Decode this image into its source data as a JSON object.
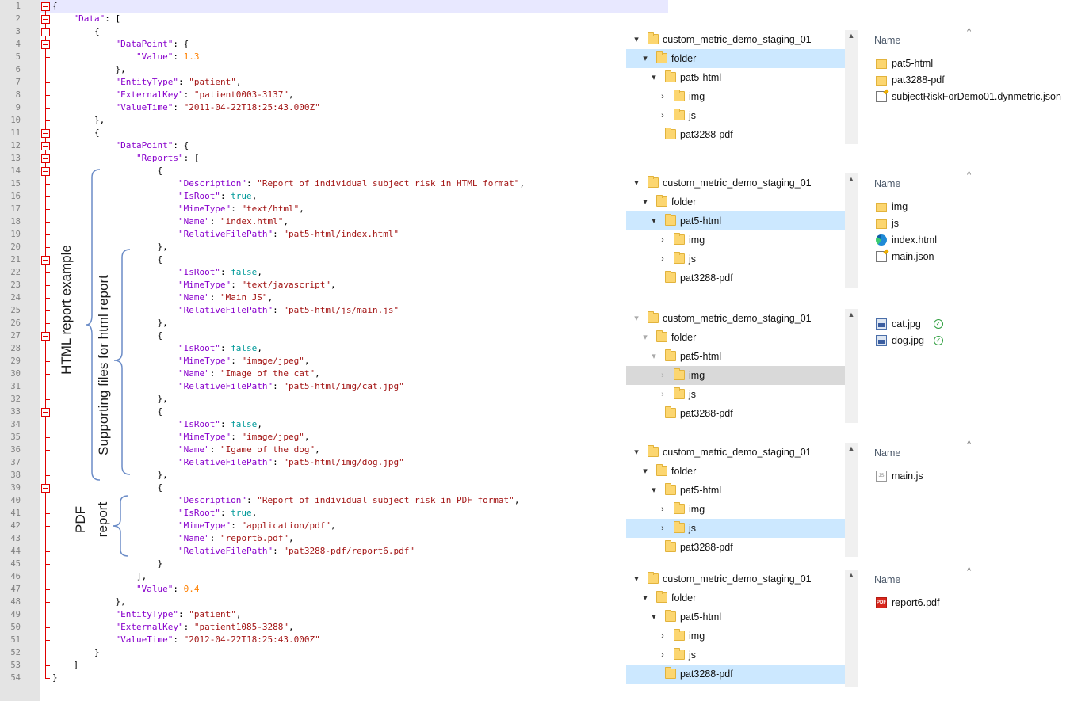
{
  "editor": {
    "lines": [
      [
        [
          "p",
          "{"
        ]
      ],
      [
        [
          "p",
          "    "
        ],
        [
          "k",
          "\"Data\""
        ],
        [
          "p",
          ": ["
        ]
      ],
      [
        [
          "p",
          "        {"
        ]
      ],
      [
        [
          "p",
          "            "
        ],
        [
          "k",
          "\"DataPoint\""
        ],
        [
          "p",
          ": {"
        ]
      ],
      [
        [
          "p",
          "                "
        ],
        [
          "k",
          "\"Value\""
        ],
        [
          "p",
          ": "
        ],
        [
          "n",
          "1.3"
        ]
      ],
      [
        [
          "p",
          "            },"
        ]
      ],
      [
        [
          "p",
          "            "
        ],
        [
          "k",
          "\"EntityType\""
        ],
        [
          "p",
          ": "
        ],
        [
          "s",
          "\"patient\""
        ],
        [
          "p",
          ","
        ]
      ],
      [
        [
          "p",
          "            "
        ],
        [
          "k",
          "\"ExternalKey\""
        ],
        [
          "p",
          ": "
        ],
        [
          "s",
          "\"patient0003-3137\""
        ],
        [
          "p",
          ","
        ]
      ],
      [
        [
          "p",
          "            "
        ],
        [
          "k",
          "\"ValueTime\""
        ],
        [
          "p",
          ": "
        ],
        [
          "s",
          "\"2011-04-22T18:25:43.000Z\""
        ]
      ],
      [
        [
          "p",
          "        },"
        ]
      ],
      [
        [
          "p",
          "        {"
        ]
      ],
      [
        [
          "p",
          "            "
        ],
        [
          "k",
          "\"DataPoint\""
        ],
        [
          "p",
          ": {"
        ]
      ],
      [
        [
          "p",
          "                "
        ],
        [
          "k",
          "\"Reports\""
        ],
        [
          "p",
          ": ["
        ]
      ],
      [
        [
          "p",
          "                    {"
        ]
      ],
      [
        [
          "p",
          "                        "
        ],
        [
          "k",
          "\"Description\""
        ],
        [
          "p",
          ": "
        ],
        [
          "s",
          "\"Report of individual subject risk in HTML format\""
        ],
        [
          "p",
          ","
        ]
      ],
      [
        [
          "p",
          "                        "
        ],
        [
          "k",
          "\"IsRoot\""
        ],
        [
          "p",
          ": "
        ],
        [
          "b",
          "true"
        ],
        [
          "p",
          ","
        ]
      ],
      [
        [
          "p",
          "                        "
        ],
        [
          "k",
          "\"MimeType\""
        ],
        [
          "p",
          ": "
        ],
        [
          "s",
          "\"text/html\""
        ],
        [
          "p",
          ","
        ]
      ],
      [
        [
          "p",
          "                        "
        ],
        [
          "k",
          "\"Name\""
        ],
        [
          "p",
          ": "
        ],
        [
          "s",
          "\"index.html\""
        ],
        [
          "p",
          ","
        ]
      ],
      [
        [
          "p",
          "                        "
        ],
        [
          "k",
          "\"RelativeFilePath\""
        ],
        [
          "p",
          ": "
        ],
        [
          "s",
          "\"pat5-html/index.html\""
        ]
      ],
      [
        [
          "p",
          "                    },"
        ]
      ],
      [
        [
          "p",
          "                    {"
        ]
      ],
      [
        [
          "p",
          "                        "
        ],
        [
          "k",
          "\"IsRoot\""
        ],
        [
          "p",
          ": "
        ],
        [
          "b",
          "false"
        ],
        [
          "p",
          ","
        ]
      ],
      [
        [
          "p",
          "                        "
        ],
        [
          "k",
          "\"MimeType\""
        ],
        [
          "p",
          ": "
        ],
        [
          "s",
          "\"text/javascript\""
        ],
        [
          "p",
          ","
        ]
      ],
      [
        [
          "p",
          "                        "
        ],
        [
          "k",
          "\"Name\""
        ],
        [
          "p",
          ": "
        ],
        [
          "s",
          "\"Main JS\""
        ],
        [
          "p",
          ","
        ]
      ],
      [
        [
          "p",
          "                        "
        ],
        [
          "k",
          "\"RelativeFilePath\""
        ],
        [
          "p",
          ": "
        ],
        [
          "s",
          "\"pat5-html/js/main.js\""
        ]
      ],
      [
        [
          "p",
          "                    },"
        ]
      ],
      [
        [
          "p",
          "                    {"
        ]
      ],
      [
        [
          "p",
          "                        "
        ],
        [
          "k",
          "\"IsRoot\""
        ],
        [
          "p",
          ": "
        ],
        [
          "b",
          "false"
        ],
        [
          "p",
          ","
        ]
      ],
      [
        [
          "p",
          "                        "
        ],
        [
          "k",
          "\"MimeType\""
        ],
        [
          "p",
          ": "
        ],
        [
          "s",
          "\"image/jpeg\""
        ],
        [
          "p",
          ","
        ]
      ],
      [
        [
          "p",
          "                        "
        ],
        [
          "k",
          "\"Name\""
        ],
        [
          "p",
          ": "
        ],
        [
          "s",
          "\"Image of the cat\""
        ],
        [
          "p",
          ","
        ]
      ],
      [
        [
          "p",
          "                        "
        ],
        [
          "k",
          "\"RelativeFilePath\""
        ],
        [
          "p",
          ": "
        ],
        [
          "s",
          "\"pat5-html/img/cat.jpg\""
        ]
      ],
      [
        [
          "p",
          "                    },"
        ]
      ],
      [
        [
          "p",
          "                    {"
        ]
      ],
      [
        [
          "p",
          "                        "
        ],
        [
          "k",
          "\"IsRoot\""
        ],
        [
          "p",
          ": "
        ],
        [
          "b",
          "false"
        ],
        [
          "p",
          ","
        ]
      ],
      [
        [
          "p",
          "                        "
        ],
        [
          "k",
          "\"MimeType\""
        ],
        [
          "p",
          ": "
        ],
        [
          "s",
          "\"image/jpeg\""
        ],
        [
          "p",
          ","
        ]
      ],
      [
        [
          "p",
          "                        "
        ],
        [
          "k",
          "\"Name\""
        ],
        [
          "p",
          ": "
        ],
        [
          "s",
          "\"Igame of the dog\""
        ],
        [
          "p",
          ","
        ]
      ],
      [
        [
          "p",
          "                        "
        ],
        [
          "k",
          "\"RelativeFilePath\""
        ],
        [
          "p",
          ": "
        ],
        [
          "s",
          "\"pat5-html/img/dog.jpg\""
        ]
      ],
      [
        [
          "p",
          "                    },"
        ]
      ],
      [
        [
          "p",
          "                    {"
        ]
      ],
      [
        [
          "p",
          "                        "
        ],
        [
          "k",
          "\"Description\""
        ],
        [
          "p",
          ": "
        ],
        [
          "s",
          "\"Report of individual subject risk in PDF format\""
        ],
        [
          "p",
          ","
        ]
      ],
      [
        [
          "p",
          "                        "
        ],
        [
          "k",
          "\"IsRoot\""
        ],
        [
          "p",
          ": "
        ],
        [
          "b",
          "true"
        ],
        [
          "p",
          ","
        ]
      ],
      [
        [
          "p",
          "                        "
        ],
        [
          "k",
          "\"MimeType\""
        ],
        [
          "p",
          ": "
        ],
        [
          "s",
          "\"application/pdf\""
        ],
        [
          "p",
          ","
        ]
      ],
      [
        [
          "p",
          "                        "
        ],
        [
          "k",
          "\"Name\""
        ],
        [
          "p",
          ": "
        ],
        [
          "s",
          "\"report6.pdf\""
        ],
        [
          "p",
          ","
        ]
      ],
      [
        [
          "p",
          "                        "
        ],
        [
          "k",
          "\"RelativeFilePath\""
        ],
        [
          "p",
          ": "
        ],
        [
          "s",
          "\"pat3288-pdf/report6.pdf\""
        ]
      ],
      [
        [
          "p",
          "                    }"
        ]
      ],
      [
        [
          "p",
          "                ],"
        ]
      ],
      [
        [
          "p",
          "                "
        ],
        [
          "k",
          "\"Value\""
        ],
        [
          "p",
          ": "
        ],
        [
          "n",
          "0.4"
        ]
      ],
      [
        [
          "p",
          "            },"
        ]
      ],
      [
        [
          "p",
          "            "
        ],
        [
          "k",
          "\"EntityType\""
        ],
        [
          "p",
          ": "
        ],
        [
          "s",
          "\"patient\""
        ],
        [
          "p",
          ","
        ]
      ],
      [
        [
          "p",
          "            "
        ],
        [
          "k",
          "\"ExternalKey\""
        ],
        [
          "p",
          ": "
        ],
        [
          "s",
          "\"patient1085-3288\""
        ],
        [
          "p",
          ","
        ]
      ],
      [
        [
          "p",
          "            "
        ],
        [
          "k",
          "\"ValueTime\""
        ],
        [
          "p",
          ": "
        ],
        [
          "s",
          "\"2012-04-22T18:25:43.000Z\""
        ]
      ],
      [
        [
          "p",
          "        }"
        ]
      ],
      [
        [
          "p",
          "    ]"
        ]
      ],
      [
        [
          "p",
          "}"
        ]
      ]
    ],
    "fold_open_lines": [
      1,
      2,
      3,
      4,
      11,
      12,
      13,
      14,
      21,
      27,
      33,
      39
    ],
    "annotations": {
      "html_report": "HTML report example",
      "supporting_files": "Supporting files for html report",
      "pdf_report_line1": "PDF",
      "pdf_report_line2": "report"
    }
  },
  "explorer_panels": [
    {
      "rows": [
        {
          "label": "custom_metric_demo_staging_01",
          "depth": 0,
          "chevron": "down",
          "state": ""
        },
        {
          "label": "folder",
          "depth": 1,
          "chevron": "down",
          "state": "sel"
        },
        {
          "label": "pat5-html",
          "depth": 2,
          "chevron": "down",
          "state": ""
        },
        {
          "label": "img",
          "depth": 3,
          "chevron": "right",
          "state": ""
        },
        {
          "label": "js",
          "depth": 3,
          "chevron": "right",
          "state": ""
        },
        {
          "label": "pat3288-pdf",
          "depth": 2,
          "chevron": "",
          "state": ""
        }
      ],
      "list_header": "Name",
      "files": [
        {
          "name": "pat5-html",
          "icon": "folder",
          "check": false
        },
        {
          "name": "pat3288-pdf",
          "icon": "folder",
          "check": false
        },
        {
          "name": "subjectRiskForDemo01.dynmetric.json",
          "icon": "json",
          "check": false
        }
      ]
    },
    {
      "rows": [
        {
          "label": "custom_metric_demo_staging_01",
          "depth": 0,
          "chevron": "down",
          "state": ""
        },
        {
          "label": "folder",
          "depth": 1,
          "chevron": "down",
          "state": ""
        },
        {
          "label": "pat5-html",
          "depth": 2,
          "chevron": "down",
          "state": "sel"
        },
        {
          "label": "img",
          "depth": 3,
          "chevron": "right",
          "state": ""
        },
        {
          "label": "js",
          "depth": 3,
          "chevron": "right",
          "state": ""
        },
        {
          "label": "pat3288-pdf",
          "depth": 2,
          "chevron": "",
          "state": ""
        }
      ],
      "list_header": "Name",
      "files": [
        {
          "name": "img",
          "icon": "folder",
          "check": false
        },
        {
          "name": "js",
          "icon": "folder",
          "check": false
        },
        {
          "name": "index.html",
          "icon": "edge",
          "check": false
        },
        {
          "name": "main.json",
          "icon": "json",
          "check": false
        }
      ]
    },
    {
      "rows": [
        {
          "label": "custom_metric_demo_staging_01",
          "depth": 0,
          "chevron": "down",
          "state": ""
        },
        {
          "label": "folder",
          "depth": 1,
          "chevron": "down",
          "state": ""
        },
        {
          "label": "pat5-html",
          "depth": 2,
          "chevron": "down",
          "state": ""
        },
        {
          "label": "img",
          "depth": 3,
          "chevron": "right",
          "state": "gray"
        },
        {
          "label": "js",
          "depth": 3,
          "chevron": "right",
          "state": ""
        },
        {
          "label": "pat3288-pdf",
          "depth": 2,
          "chevron": "",
          "state": ""
        }
      ],
      "list_header": "",
      "files": [
        {
          "name": "cat.jpg",
          "icon": "img",
          "check": true
        },
        {
          "name": "dog.jpg",
          "icon": "img",
          "check": true
        }
      ]
    },
    {
      "rows": [
        {
          "label": "custom_metric_demo_staging_01",
          "depth": 0,
          "chevron": "down",
          "state": ""
        },
        {
          "label": "folder",
          "depth": 1,
          "chevron": "down",
          "state": ""
        },
        {
          "label": "pat5-html",
          "depth": 2,
          "chevron": "down",
          "state": ""
        },
        {
          "label": "img",
          "depth": 3,
          "chevron": "right",
          "state": ""
        },
        {
          "label": "js",
          "depth": 3,
          "chevron": "right",
          "state": "sel"
        },
        {
          "label": "pat3288-pdf",
          "depth": 2,
          "chevron": "",
          "state": ""
        }
      ],
      "list_header": "Name",
      "files": [
        {
          "name": "main.js",
          "icon": "js",
          "check": false
        }
      ]
    },
    {
      "rows": [
        {
          "label": "custom_metric_demo_staging_01",
          "depth": 0,
          "chevron": "down",
          "state": ""
        },
        {
          "label": "folder",
          "depth": 1,
          "chevron": "down",
          "state": ""
        },
        {
          "label": "pat5-html",
          "depth": 2,
          "chevron": "down",
          "state": ""
        },
        {
          "label": "img",
          "depth": 3,
          "chevron": "right",
          "state": ""
        },
        {
          "label": "js",
          "depth": 3,
          "chevron": "right",
          "state": ""
        },
        {
          "label": "pat3288-pdf",
          "depth": 2,
          "chevron": "",
          "state": "sel"
        }
      ],
      "list_header": "Name",
      "files": [
        {
          "name": "report6.pdf",
          "icon": "pdf",
          "check": false
        }
      ]
    }
  ],
  "icons": {
    "fold": "fold-box-icon",
    "chevron_down": "▾",
    "chevron_right": "›",
    "scroll_up": "▲",
    "sort_caret": "^",
    "check": "✓",
    "pdf_label": "PDF",
    "js_label": "JS"
  },
  "colors": {
    "key": "#8800cc",
    "string": "#a31515",
    "number": "#ff8000",
    "boolean": "#009999",
    "selection": "#cce8ff",
    "fold_marker": "#e00000"
  }
}
